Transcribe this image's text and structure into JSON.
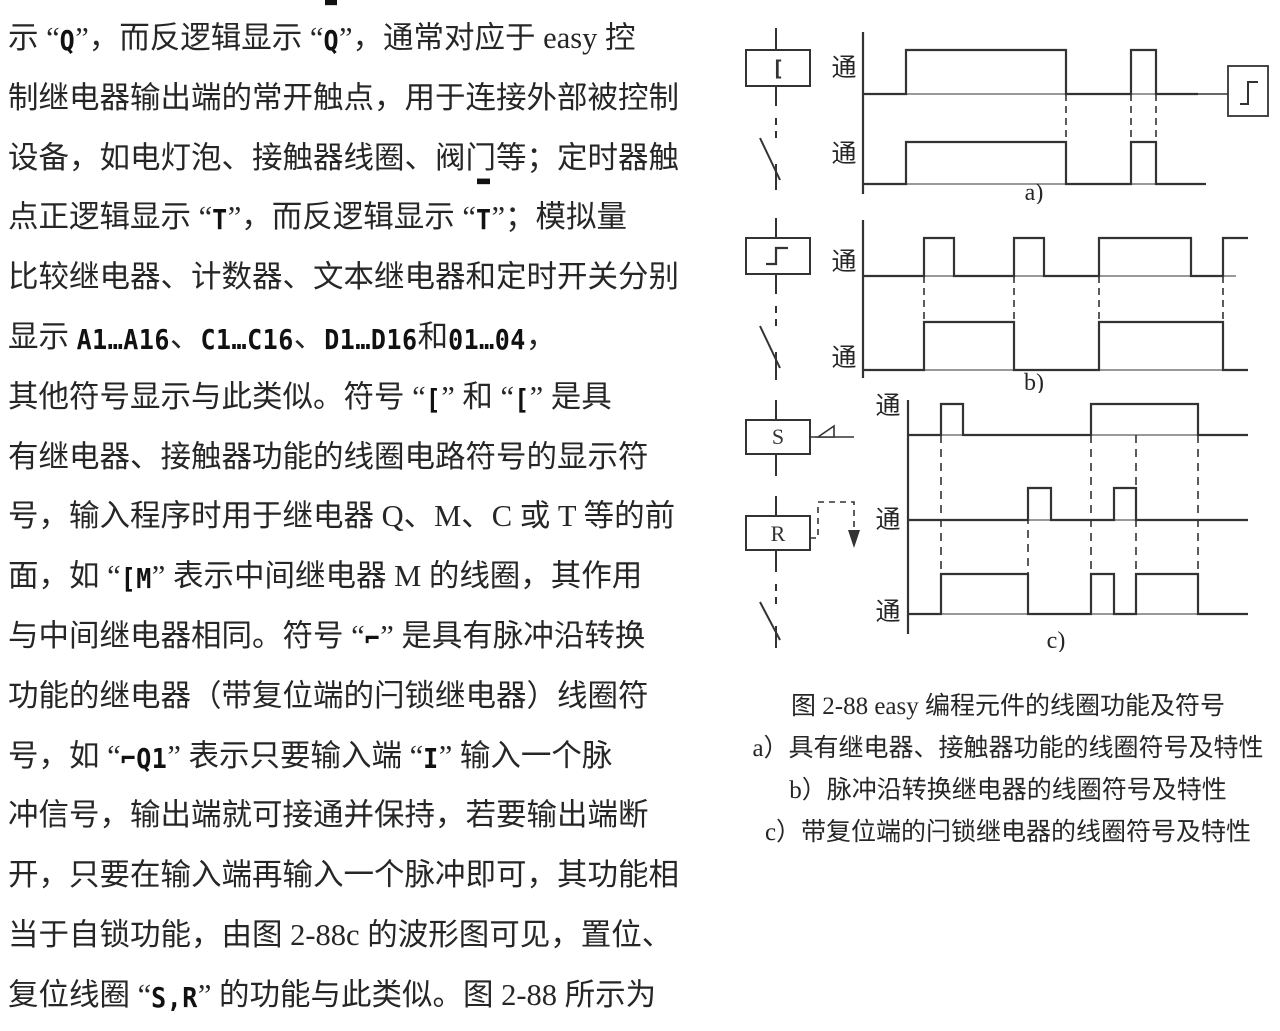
{
  "page": {
    "background": "#ffffff",
    "ink": "#262626"
  },
  "body_text": {
    "lines": [
      {
        "id": "l1",
        "segments": [
          {
            "t": "示 “",
            "k": "cn"
          },
          {
            "t": "Q",
            "k": "lcd"
          },
          {
            "t": "”，而反逻辑显示 “",
            "k": "cn"
          },
          {
            "t": "Q",
            "k": "lcd-ov"
          },
          {
            "t": "”，通常对应于 easy 控",
            "k": "cn"
          }
        ]
      },
      {
        "id": "l2",
        "segments": [
          {
            "t": "制继电器输出端的常开触点，用于连接外部被控制",
            "k": "cn"
          }
        ]
      },
      {
        "id": "l3",
        "segments": [
          {
            "t": "设备，如电灯泡、接触器线圈、阀门等；定时器触",
            "k": "cn"
          }
        ]
      },
      {
        "id": "l4",
        "segments": [
          {
            "t": "点正逻辑显示 “",
            "k": "cn"
          },
          {
            "t": "T",
            "k": "lcd"
          },
          {
            "t": "”，而反逻辑显示 “",
            "k": "cn"
          },
          {
            "t": "T",
            "k": "lcd-ov"
          },
          {
            "t": "”；模拟量",
            "k": "cn"
          }
        ]
      },
      {
        "id": "l5",
        "segments": [
          {
            "t": "比较继电器、计数器、文本继电器和定时开关分别",
            "k": "cn"
          }
        ]
      },
      {
        "id": "l6",
        "segments": [
          {
            "t": "显示 ",
            "k": "cn"
          },
          {
            "t": "A1…A16",
            "k": "lcd"
          },
          {
            "t": "、",
            "k": "cn"
          },
          {
            "t": "C1…C16",
            "k": "lcd"
          },
          {
            "t": "、",
            "k": "cn"
          },
          {
            "t": "D1…D16",
            "k": "lcd"
          },
          {
            "t": "和",
            "k": "cn"
          },
          {
            "t": "01…04",
            "k": "lcd"
          },
          {
            "t": "，",
            "k": "cn"
          }
        ]
      },
      {
        "id": "l7",
        "segments": [
          {
            "t": "其他符号显示与此类似。符号 “",
            "k": "cn"
          },
          {
            "t": "[",
            "k": "lcd"
          },
          {
            "t": "” 和 “",
            "k": "cn"
          },
          {
            "t": "[",
            "k": "lcd"
          },
          {
            "t": "” 是具",
            "k": "cn"
          }
        ]
      },
      {
        "id": "l8",
        "segments": [
          {
            "t": "有继电器、接触器功能的线圈电路符号的显示符",
            "k": "cn"
          }
        ]
      },
      {
        "id": "l9",
        "segments": [
          {
            "t": "号，输入程序时用于继电器 Q、M、C 或 T 等的前",
            "k": "cn"
          }
        ]
      },
      {
        "id": "l10",
        "segments": [
          {
            "t": "面，如 “",
            "k": "cn"
          },
          {
            "t": "[M",
            "k": "lcd"
          },
          {
            "t": "” 表示中间继电器 M 的线圈，其作用",
            "k": "cn"
          }
        ]
      },
      {
        "id": "l11",
        "segments": [
          {
            "t": "与中间继电器相同。符号 “",
            "k": "cn"
          },
          {
            "t": "⌐",
            "k": "lcd"
          },
          {
            "t": "” 是具有脉冲沿转换",
            "k": "cn"
          }
        ]
      },
      {
        "id": "l12",
        "segments": [
          {
            "t": "功能的继电器（带复位端的闩锁继电器）线圈符",
            "k": "cn"
          }
        ]
      },
      {
        "id": "l13",
        "segments": [
          {
            "t": "号，如 “",
            "k": "cn"
          },
          {
            "t": "⌐Q1",
            "k": "lcd"
          },
          {
            "t": "” 表示只要输入端 “",
            "k": "cn"
          },
          {
            "t": "I",
            "k": "lcd"
          },
          {
            "t": "” 输入一个脉",
            "k": "cn"
          }
        ]
      },
      {
        "id": "l14",
        "segments": [
          {
            "t": "冲信号，输出端就可接通并保持，若要输出端断",
            "k": "cn"
          }
        ]
      },
      {
        "id": "l15",
        "segments": [
          {
            "t": "开，只要在输入端再输入一个脉冲即可，其功能相",
            "k": "cn"
          }
        ]
      },
      {
        "id": "l16",
        "segments": [
          {
            "t": "当于自锁功能，由图 2-88c 的波形图可见，置位、",
            "k": "cn"
          }
        ]
      },
      {
        "id": "l17",
        "segments": [
          {
            "t": "复位线圈 “",
            "k": "cn"
          },
          {
            "t": "S,R",
            "k": "lcd"
          },
          {
            "t": "” 的功能与此类似。图 2-88 所示为",
            "k": "cn"
          }
        ]
      }
    ]
  },
  "figure": {
    "number": "图 2-88",
    "title": "easy 编程元件的线圈功能及符号",
    "caption_lines": [
      "图 2-88    easy 编程元件的线圈功能及符号",
      "a）具有继电器、接触器功能的线圈符号及特性",
      "b）脉冲沿转换继电器的线圈符号及特性",
      "c）带复位端的闩锁继电器的线圈符号及特性"
    ],
    "axis_label": "通",
    "panels": [
      {
        "key": "a",
        "label": "a)",
        "symbol_glyph": "[",
        "symbol_name": "coil-contactor-symbol",
        "out_box_glyph": "⌐",
        "traces": [
          {
            "name": "input",
            "axis_label": "通",
            "edges": [
              0,
              1,
              0,
              1,
              0
            ],
            "times": [
              0,
              18,
              68,
              89,
              95
            ]
          },
          {
            "name": "output",
            "axis_label": "通",
            "edges": [
              0,
              1,
              0,
              1,
              0
            ],
            "times": [
              0,
              18,
              68,
              89,
              95
            ]
          }
        ]
      },
      {
        "key": "b",
        "label": "b)",
        "symbol_glyph": "⌐",
        "symbol_name": "pulse-edge-relay-symbol",
        "traces": [
          {
            "name": "input",
            "axis_label": "通",
            "pulses": [
              [
                20,
                28
              ],
              [
                47,
                55
              ],
              [
                75,
                96
              ],
              [
                105,
                112
              ]
            ]
          },
          {
            "name": "output",
            "axis_label": "通",
            "pulses": [
              [
                20,
                47
              ],
              [
                75,
                105
              ]
            ]
          }
        ]
      },
      {
        "key": "c",
        "label": "c)",
        "symbol_set_glyph": "S",
        "symbol_reset_glyph": "R",
        "traces": [
          {
            "name": "set",
            "axis_label": "通",
            "pulses": [
              [
                10,
                20
              ],
              [
                58,
                94
              ]
            ]
          },
          {
            "name": "reset",
            "axis_label": "通",
            "pulses": [
              [
                42,
                51
              ],
              [
                69,
                78
              ]
            ]
          },
          {
            "name": "output",
            "axis_label": "通",
            "pulses": [
              [
                10,
                42
              ],
              [
                58,
                69
              ],
              [
                78,
                94
              ]
            ]
          }
        ]
      }
    ]
  }
}
